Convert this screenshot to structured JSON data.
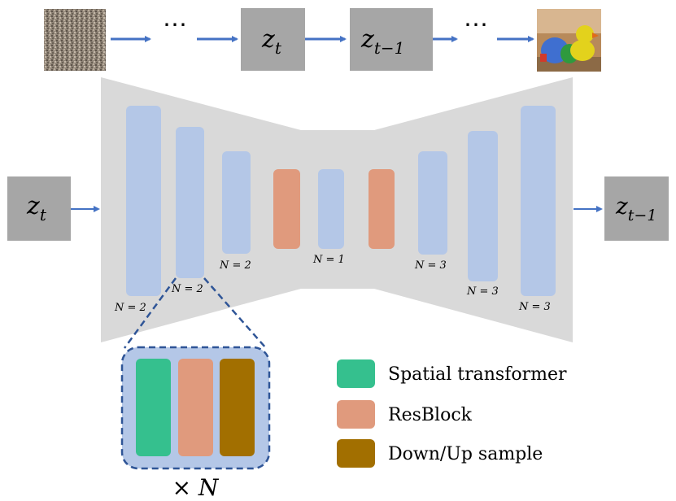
{
  "pipeline": {
    "ellipsis_left": "⋯",
    "z_t": "z",
    "z_t_sub": "t",
    "z_t_minus_1": "z",
    "z_t_minus_1_sub": "t−1",
    "ellipsis_right": "⋯"
  },
  "unet": {
    "input_var": "z",
    "input_sub": "t",
    "output_var": "z",
    "output_sub": "t−1",
    "block_labels": [
      "N = 2",
      "N = 2",
      "N = 2",
      "N = 1",
      "N = 3",
      "N = 3",
      "N = 3"
    ]
  },
  "expansion": {
    "repeat_label": "× N"
  },
  "legend": {
    "items": [
      {
        "label": "Spatial transformer",
        "color": "#35c08e"
      },
      {
        "label": "ResBlock",
        "color": "#e09a7d"
      },
      {
        "label": "Down/Up sample",
        "color": "#a26f00"
      }
    ]
  },
  "colors": {
    "unet_body": "#d9d9d9",
    "block_blue": "#b4c7e7",
    "resblock": "#e09a7d",
    "arrow": "#4472c4",
    "latent_box": "#a6a6a6",
    "expansion_fill": "#b4c7e7",
    "expansion_border": "#2f5597"
  }
}
